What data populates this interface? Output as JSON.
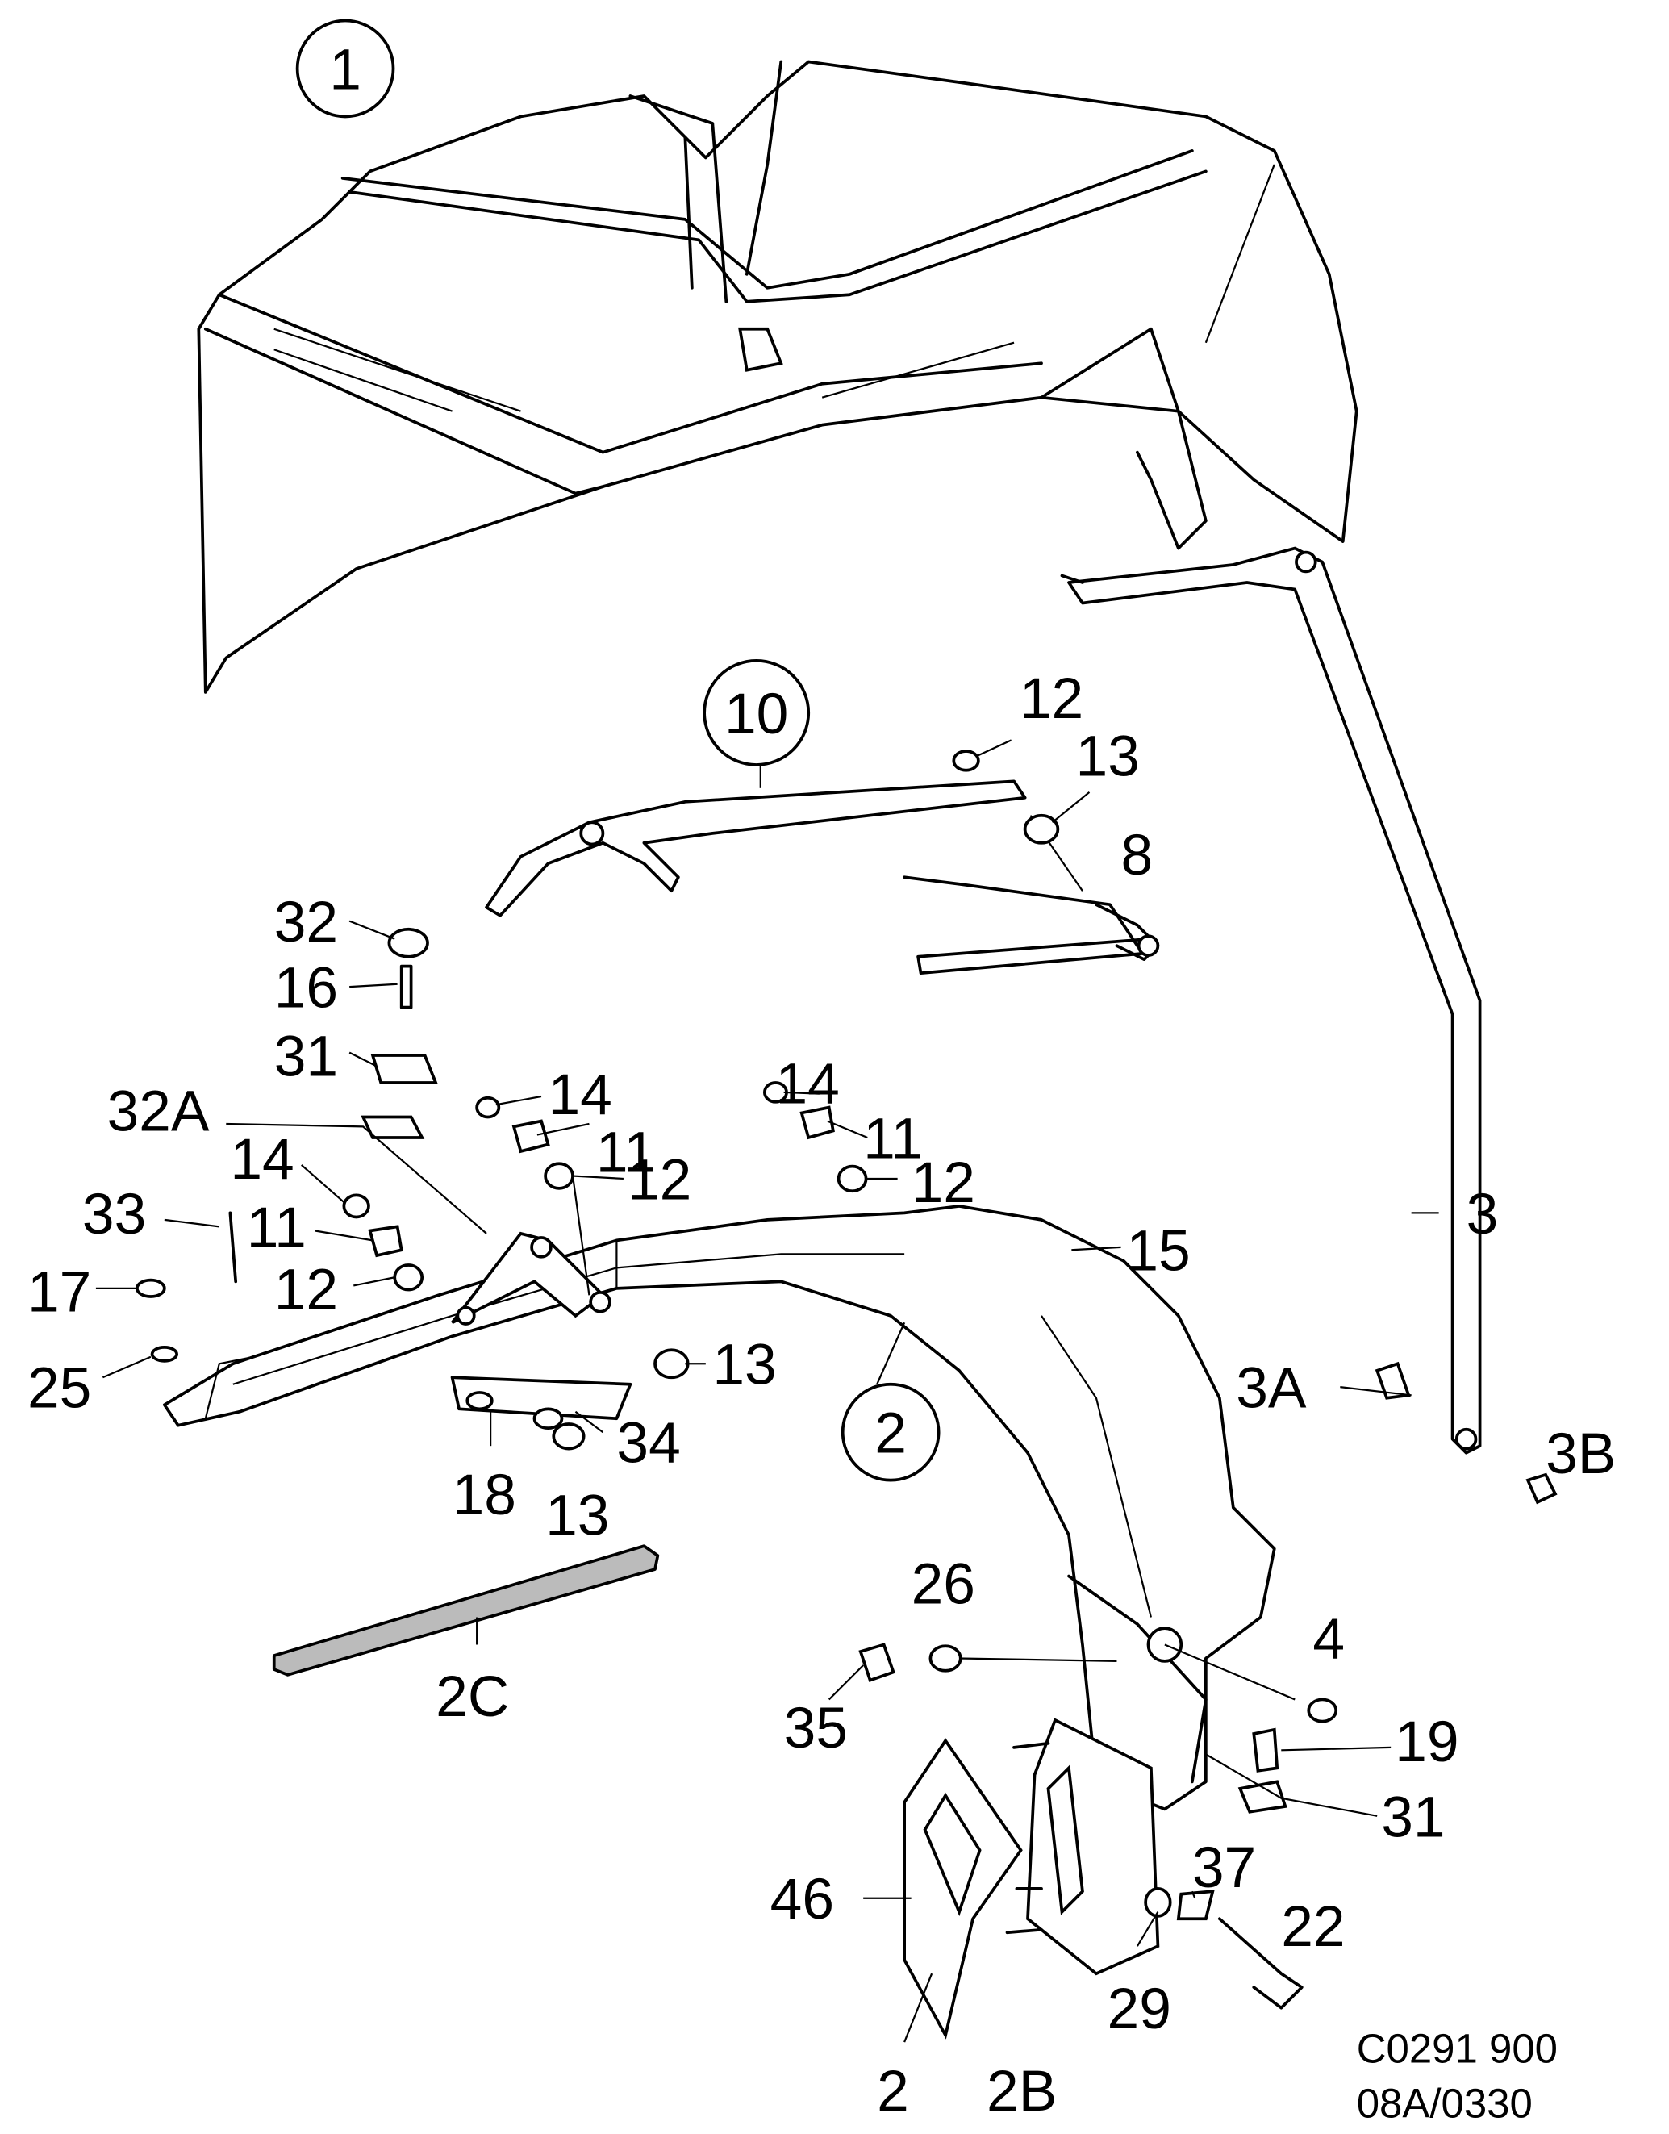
{
  "diagram": {
    "type": "exploded parts diagram",
    "callouts_circled": [
      "1",
      "10",
      "2"
    ],
    "labels": [
      "12",
      "13",
      "8",
      "32",
      "16",
      "31",
      "32A",
      "14",
      "11",
      "12",
      "14",
      "33",
      "11",
      "17",
      "12",
      "25",
      "14",
      "11",
      "12",
      "15",
      "3",
      "13",
      "34",
      "18",
      "13",
      "3A",
      "3B",
      "26",
      "4",
      "2C",
      "35",
      "19",
      "31",
      "37",
      "46",
      "22",
      "29",
      "2",
      "2B"
    ],
    "reference_code": "C0291 900",
    "reference_sub": "08A/0330"
  }
}
